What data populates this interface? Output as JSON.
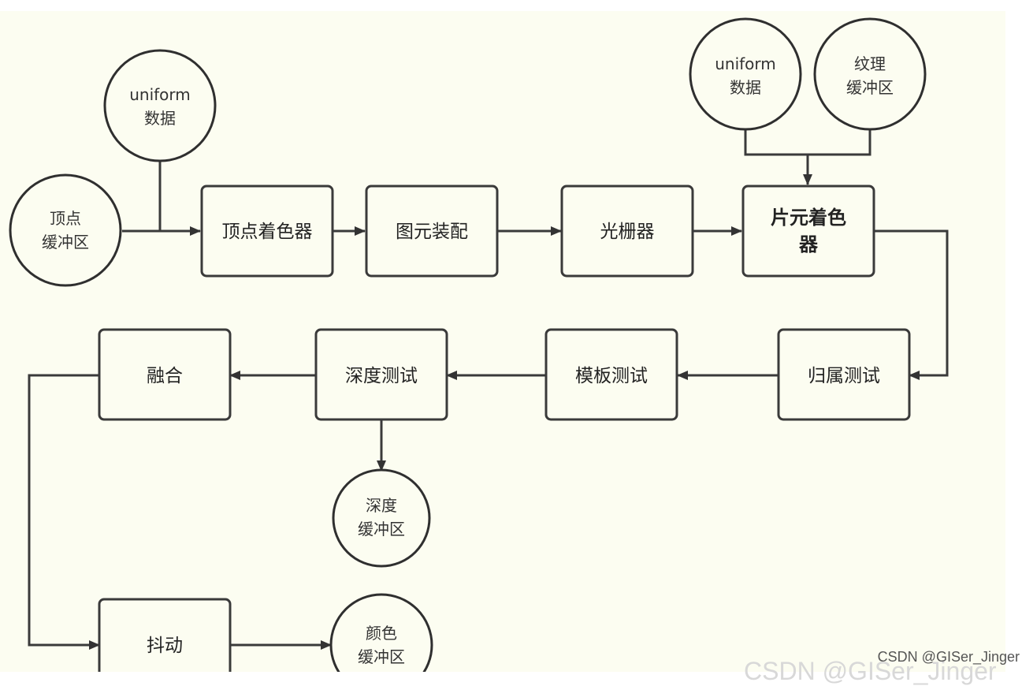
{
  "nodes": {
    "uniform_top_left": {
      "lines": [
        "uniform",
        "数据"
      ]
    },
    "vertex_buffer": {
      "lines": [
        "顶点",
        "缓冲区"
      ]
    },
    "uniform_top_right": {
      "lines": [
        "uniform",
        "数据"
      ]
    },
    "texture_buffer": {
      "lines": [
        "纹理",
        "缓冲区"
      ]
    },
    "depth_buffer": {
      "lines": [
        "深度",
        "缓冲区"
      ]
    },
    "color_buffer": {
      "lines": [
        "颜色",
        "缓冲区"
      ]
    }
  },
  "steps": {
    "vertex_shader": {
      "label": "顶点着色器"
    },
    "primitive_assembly": {
      "label": "图元装配"
    },
    "rasterizer": {
      "label": "光栅器"
    },
    "fragment_shader": {
      "lines": [
        "片元着色",
        "器"
      ]
    },
    "ownership_test": {
      "label": "归属测试"
    },
    "stencil_test": {
      "label": "模板测试"
    },
    "depth_test": {
      "label": "深度测试"
    },
    "blending": {
      "label": "融合"
    },
    "dithering": {
      "label": "抖动"
    }
  },
  "watermark": {
    "text": "CSDN @GISer_Jinger",
    "ghost_text": "CSDN @GISer_Jinger"
  }
}
